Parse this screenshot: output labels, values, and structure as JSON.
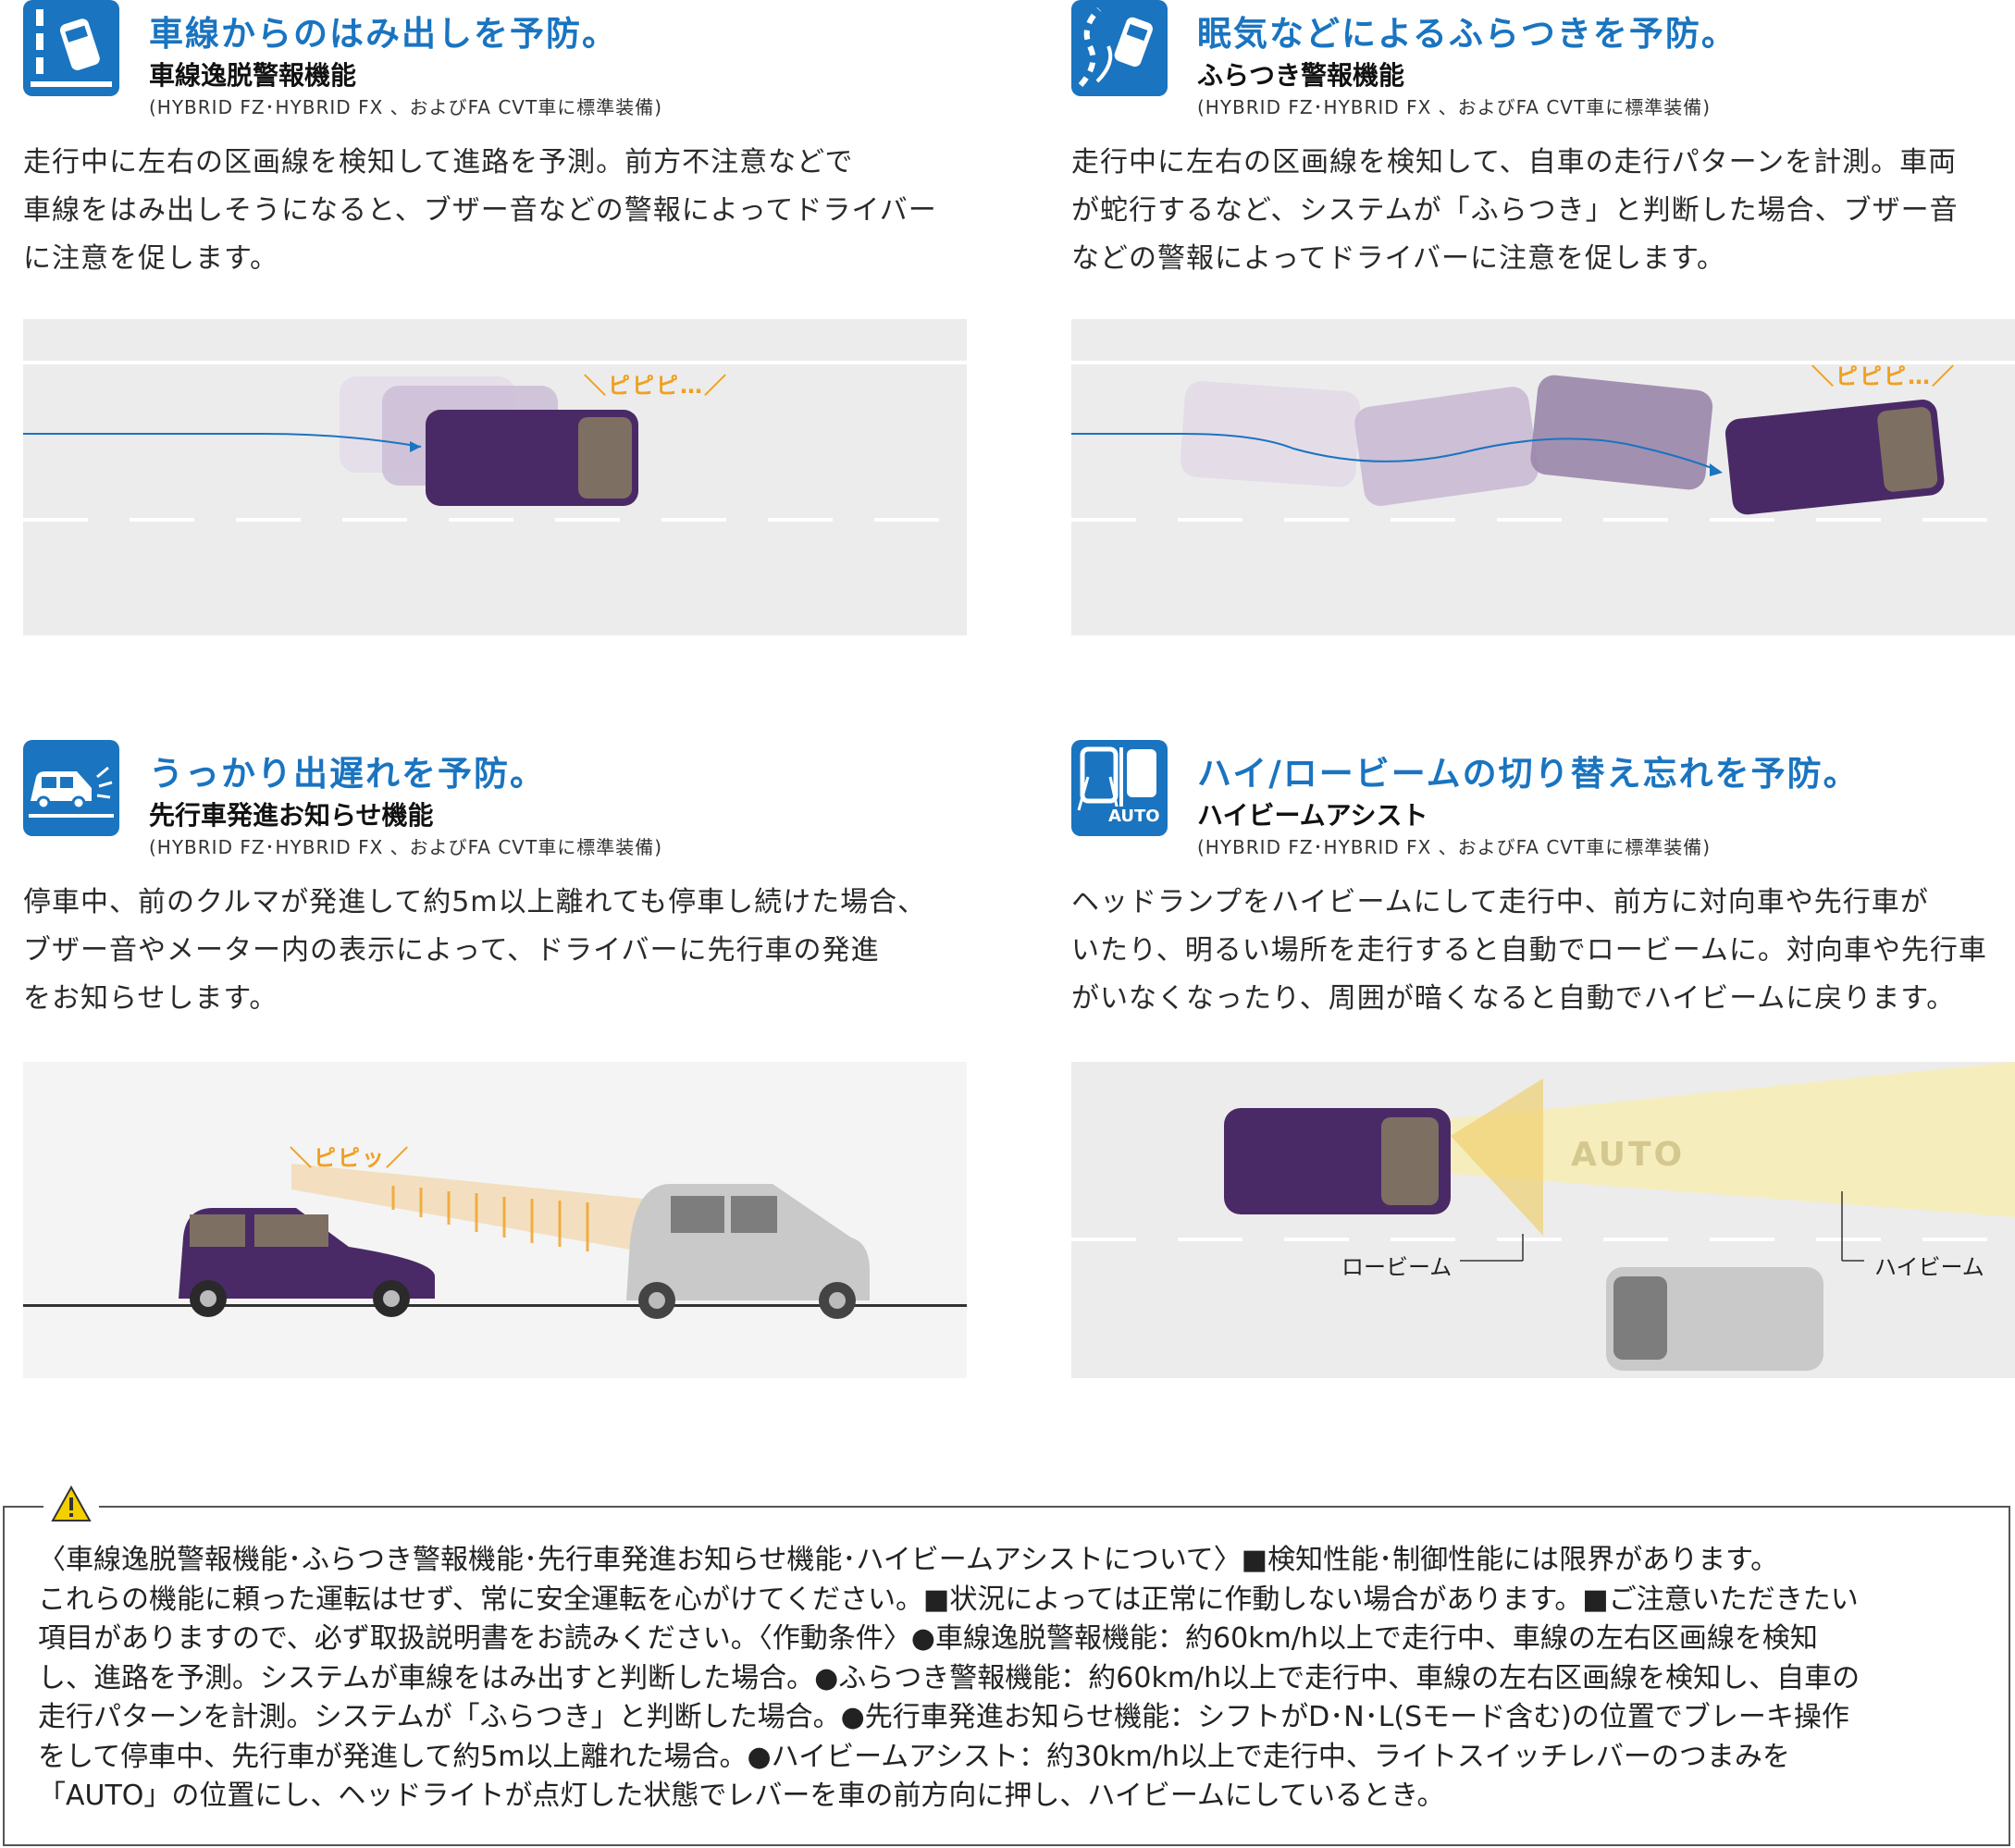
{
  "features": [
    {
      "heading": "車線からのはみ出しを予防。",
      "subheading": "車線逸脱警報機能",
      "availability": "(HYBRID FZ･HYBRID FX 、およびFA CVT車に標準装備)",
      "body": [
        "走行中に左右の区画線を検知して進路を予測。前方不注意などで",
        "車線をはみ出しそうになると、ブザー音などの警報によってドライバー",
        "に注意を促します。"
      ],
      "beep": "＼ピピピ…／",
      "icon": "lane-departure-icon"
    },
    {
      "heading": "眠気などによるふらつきを予防。",
      "subheading": "ふらつき警報機能",
      "availability": "(HYBRID FZ･HYBRID FX 、およびFA CVT車に標準装備)",
      "body": [
        "走行中に左右の区画線を検知して、自車の走行パターンを計測。車両",
        "が蛇行するなど、システムが「ふらつき」と判断した場合、ブザー音",
        "などの警報によってドライバーに注意を促します。"
      ],
      "beep": "＼ピピピ…／",
      "icon": "weaving-warning-icon"
    },
    {
      "heading": "うっかり出遅れを予防。",
      "subheading": "先行車発進お知らせ機能",
      "availability": "(HYBRID FZ･HYBRID FX 、およびFA CVT車に標準装備)",
      "body": [
        "停車中、前のクルマが発進して約5m以上離れても停車し続けた場合、",
        "ブザー音やメーター内の表示によって、ドライバーに先行車の発進",
        "をお知らせします。"
      ],
      "beep": "＼ピピッ／",
      "icon": "leading-car-start-icon"
    },
    {
      "heading": "ハイ/ロービームの切り替え忘れを予防。",
      "subheading": "ハイビームアシスト",
      "availability": "(HYBRID FZ･HYBRID FX 、およびFA CVT車に標準装備)",
      "body": [
        "ヘッドランプをハイビームにして走行中、前方に対向車や先行車が",
        "いたり、明るい場所を走行すると自動でロービームに。対向車や先行車",
        "がいなくなったり、周囲が暗くなると自動でハイビームに戻ります。"
      ],
      "auto_label": "AUTO",
      "icon_auto": "AUTO",
      "low_beam": "ロービーム",
      "high_beam": "ハイビーム",
      "icon": "high-beam-assist-icon"
    }
  ],
  "warning": {
    "icon": "warning-triangle-icon",
    "lines": [
      "〈車線逸脱警報機能･ふらつき警報機能･先行車発進お知らせ機能･ハイビームアシストについて〉■検知性能･制御性能には限界があります。",
      "これらの機能に頼った運転はせず、常に安全運転を心がけてください。■状況によっては正常に作動しない場合があります。■ご注意いただきたい",
      "項目がありますので、必ず取扱説明書をお読みください。〈作動条件〉●車線逸脱警報機能：約60km/h以上で走行中、車線の左右区画線を検知",
      "し、進路を予測。システムが車線をはみ出すと判断した場合。●ふらつき警報機能：約60km/h以上で走行中、車線の左右区画線を検知し、自車の",
      "走行パターンを計測。システムが「ふらつき」と判断した場合。●先行車発進お知らせ機能：シフトがD･N･L(Sモード含む)の位置でブレーキ操作",
      "をして停車中、先行車が発進して約5m以上離れた場合。●ハイビームアシスト：約30km/h以上で走行中、ライトスイッチレバーのつまみを",
      "「AUTO」の位置にし、ヘッドライトが点灯した状態でレバーを車の前方向に押し、ハイビームにしているとき。"
    ]
  },
  "colors": {
    "accent_blue": "#1a74c0",
    "car_purple": "#4a2a66",
    "beep_orange": "#f0a020",
    "beam_yellow": "#f7eeb0"
  }
}
